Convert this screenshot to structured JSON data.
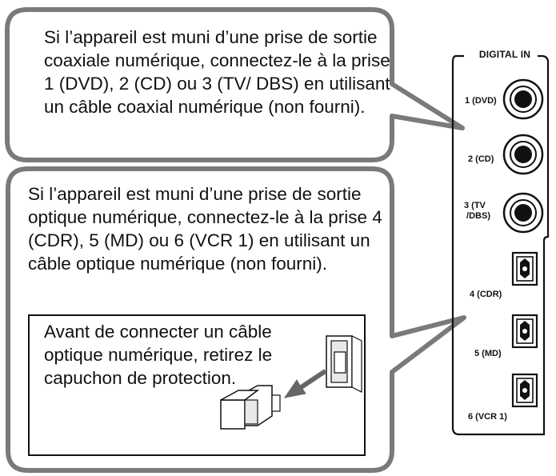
{
  "bubbles": {
    "coaxial": "Si l’appareil est muni d’une prise de sortie coaxiale numérique, connectez-le à la prise 1 (DVD), 2 (CD) ou 3 (TV/ DBS) en utilisant un câble coaxial numérique (non fourni).",
    "optical": "Si l’appareil est muni d’une prise de sortie optique numérique, connectez-le à la prise 4 (CDR), 5 (MD) ou 6 (VCR 1) en utilisant un câble optique numérique (non fourni).",
    "note": "Avant de connecter un câble optique numérique, retirez le capuchon de protection."
  },
  "panel": {
    "title": "DIGITAL IN",
    "jacks": [
      {
        "label": "1 (DVD)",
        "type": "coaxial"
      },
      {
        "label": "2 (CD)",
        "type": "coaxial"
      },
      {
        "label": "3 (TV\n /DBS)",
        "type": "coaxial"
      },
      {
        "label": "4 (CDR)",
        "type": "optical"
      },
      {
        "label": "5 (MD)",
        "type": "optical"
      },
      {
        "label": "6 (VCR 1)",
        "type": "optical"
      }
    ]
  },
  "colors": {
    "bubble_border": "#7a7a7a",
    "line": "#111111",
    "arrow": "#666666"
  }
}
